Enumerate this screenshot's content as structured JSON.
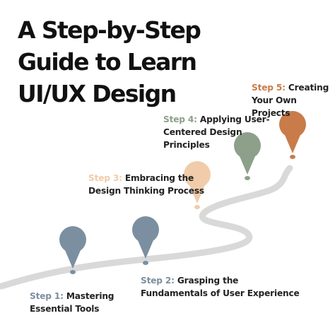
{
  "title_lines": [
    "A Step-by-Step",
    "Guide to Learn",
    "UI/UX Design"
  ],
  "steps": [
    {
      "number": "Step 1:",
      "text": "Mastering\nEssential Tools",
      "color": "#7b8fa1"
    },
    {
      "number": "Step 2:",
      "text": "Grasping the\nFundamentals of User Experience",
      "color": "#7b8fa1"
    },
    {
      "number": "Step 3:",
      "text": "Embracing the\nDesign Thinking Process",
      "color": "#f0ccaa"
    },
    {
      "number": "Step 4:",
      "text": "Applying User-\nCentered Design\nPrinciples",
      "color": "#8da08a"
    },
    {
      "number": "Step 5:",
      "text": "Creating\nYour Own Projects",
      "color": "#c97b4a"
    }
  ],
  "road_color": "#d9d9d9"
}
